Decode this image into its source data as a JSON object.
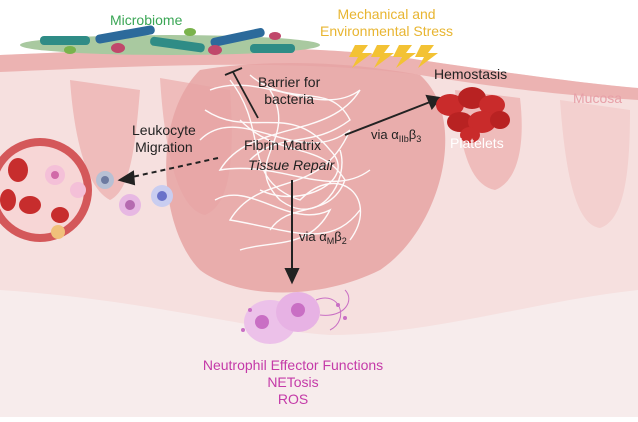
{
  "labels": {
    "microbiome": "Microbiome",
    "stress_line1": "Mechanical and",
    "stress_line2": "Environmental Stress",
    "mucosa": "Mucosa",
    "barrier_line1": "Barrier for",
    "barrier_line2": "bacteria",
    "hemostasis": "Hemostasis",
    "leukocyte_line1": "Leukocyte",
    "leukocyte_line2": "Migration",
    "fibrin_matrix": "Fibrin Matrix",
    "tissue_repair": "Tissue Repair",
    "platelets": "Platelets",
    "via_iib_prefix": "via α",
    "via_iib_sub1": "IIb",
    "via_iib_beta": "β",
    "via_iib_sub2": "3",
    "via_m_prefix": "via α",
    "via_m_sub1": "M",
    "via_m_beta": "β",
    "via_m_sub2": "2",
    "neutrophil_line1": "Neutrophil Effector Functions",
    "neutrophil_line2": "NETosis",
    "neutrophil_line3": "ROS"
  },
  "colors": {
    "microbiome": "#3aa655",
    "stress": "#e8b531",
    "mucosa_label": "#e7a0a8",
    "neutrophil": "#c43aa8",
    "tissue_light": "#f6e0df",
    "tissue_mid": "#f2c7c5",
    "tissue_dark": "#e9a9a8",
    "fibrin": "#ffffff",
    "arrow": "#222222",
    "rbc": "#c92b2b"
  }
}
